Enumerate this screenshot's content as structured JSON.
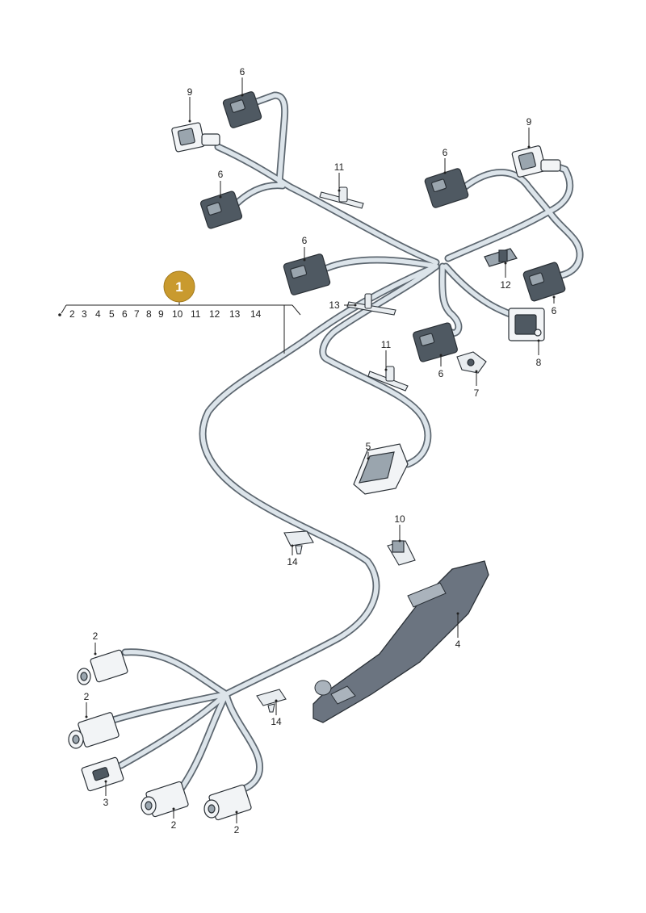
{
  "badge": {
    "label": "1"
  },
  "range_labels": [
    "2",
    "3",
    "4",
    "5",
    "6",
    "7",
    "8",
    "9",
    "10",
    "11",
    "12",
    "13",
    "14"
  ],
  "callouts": {
    "c9a": "9",
    "c6a": "6",
    "c6b": "6",
    "c11a": "11",
    "c6c": "6",
    "c9b": "9",
    "c6d": "6",
    "c12": "12",
    "c6e": "6",
    "c13": "13",
    "c8": "8",
    "c6f": "6",
    "c11b": "11",
    "c7": "7",
    "c5": "5",
    "c10": "10",
    "c14a": "14",
    "c4": "4",
    "c2a": "2",
    "c2b": "2",
    "c14b": "14",
    "c3": "3",
    "c2c": "2",
    "c2d": "2"
  },
  "colors": {
    "badge": "#c99a2e",
    "harness": "#dce4ea",
    "connector": "#4f5962"
  }
}
